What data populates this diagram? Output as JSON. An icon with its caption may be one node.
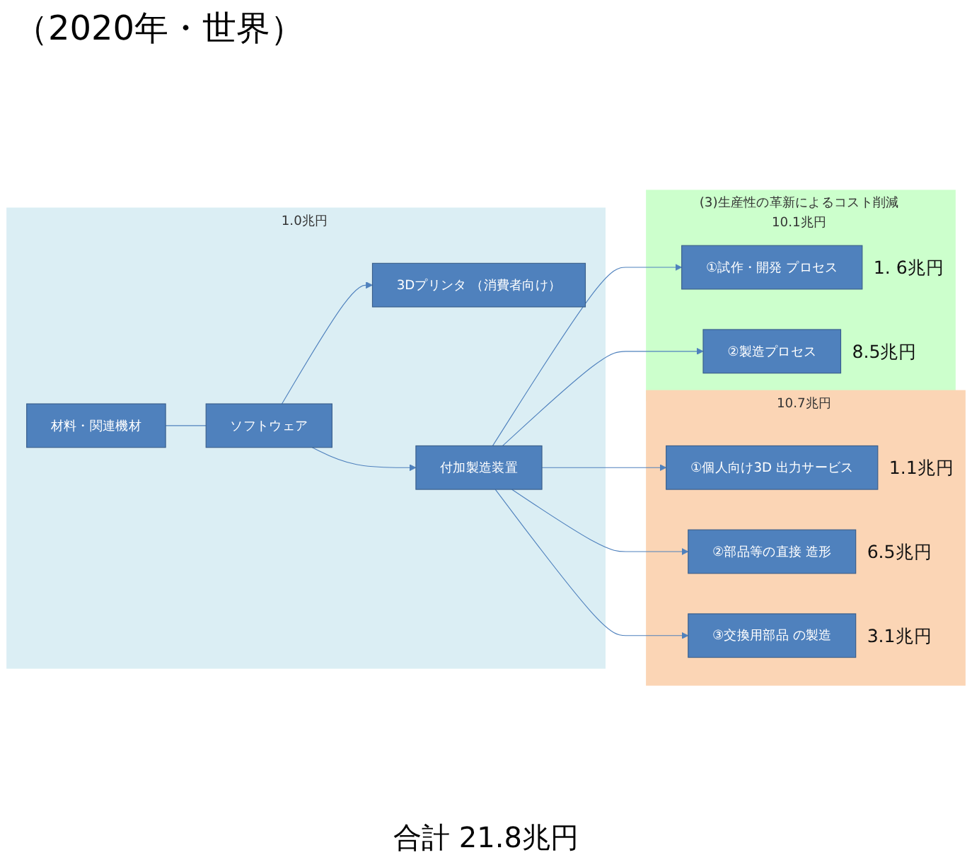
{
  "diagram": {
    "title": "（2020年・世界）",
    "nodes": [
      {
        "text": [
          "1.0兆円"
        ]
      },
      {
        "text": [
          "材料・関連機材"
        ],
        "in": 0
      },
      {
        "text": [
          "ソフトウェア"
        ],
        "in": 0
      },
      {
        "text": [
          "3Dプリンタ （消費者向け）"
        ],
        "in": 0
      },
      {
        "text": [
          "付加製造装置"
        ],
        "in": 0
      },
      {
        "text": [
          "10.7兆円"
        ]
      },
      {
        "text": [
          "①個人向け3D 出力サービス"
        ],
        "in": 5,
        "beside": [
          "1.1兆円"
        ]
      },
      {
        "text": [
          "②部品等の直接 造形"
        ],
        "in": 5,
        "beside": [
          "6.5兆円"
        ]
      },
      {
        "text": [
          "③交換用部品 の製造"
        ],
        "in": 5,
        "beside": [
          "3.1兆円"
        ]
      },
      {
        "text": [
          "(3)生産性の革新によるコスト削減",
          "10.1兆円"
        ]
      },
      {
        "text": [
          "①試作・開発 プロセス"
        ],
        "in": 9,
        "beside": [
          "1. 6兆円"
        ]
      },
      {
        "text": [
          "②製造プロセス"
        ],
        "in": 9,
        "beside": [
          "8.5兆円"
        ]
      }
    ],
    "edges": [
      {
        "from": 1,
        "to": 2,
        "arrow": "none"
      },
      {
        "from": 2,
        "to": 3,
        "arrow": "to"
      },
      {
        "from": 2,
        "to": 4,
        "arrow": "to"
      },
      {
        "from": 4,
        "to": 6,
        "arrow": "to"
      },
      {
        "from": 4,
        "to": 7,
        "arrow": "to"
      },
      {
        "from": 4,
        "to": 8,
        "arrow": "to"
      },
      {
        "from": 4,
        "to": 10,
        "arrow": "to"
      },
      {
        "from": 4,
        "to": 11,
        "arrow": "to"
      }
    ],
    "caption": "合計 21.8兆円"
  }
}
